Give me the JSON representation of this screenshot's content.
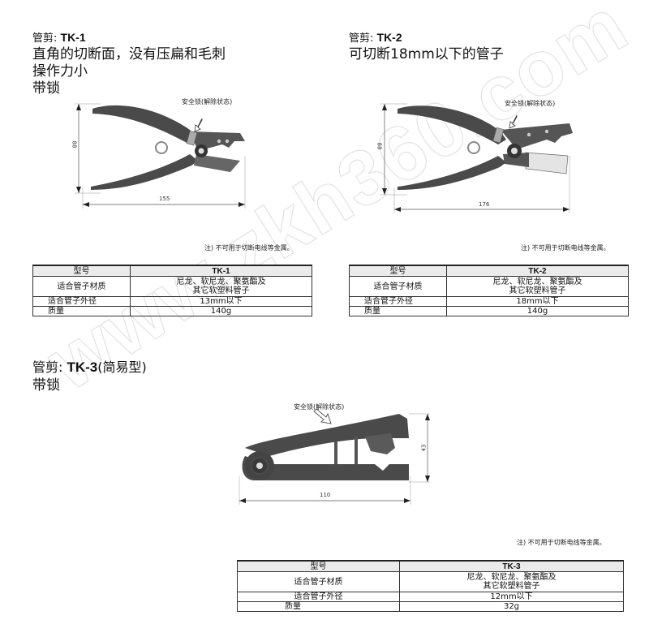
{
  "watermark": "www.zkh360.com",
  "tk1": {
    "heading_prefix": "管剪: ",
    "heading_model": "TK-1",
    "features": [
      "直角的切断面，没有压扁和毛刺",
      "操作力小",
      "带锁"
    ],
    "diagram": {
      "lock_label": "安全锁(解除状态)",
      "height_dim": "88",
      "width_dim": "155"
    },
    "note": "注) 不可用于切断电线等金属。",
    "table": {
      "header": {
        "label": "型号",
        "value": "TK-1"
      },
      "rows": [
        {
          "label": "适合管子材质",
          "value_line1": "尼龙、软尼龙、聚氨酯及",
          "value_line2": "其它软塑料管子"
        },
        {
          "label": "适合管子外径",
          "value": "13mm以下"
        },
        {
          "label": "质量",
          "value": "140g"
        }
      ]
    }
  },
  "tk2": {
    "heading_prefix": "管剪: ",
    "heading_model": "TK-2",
    "features": [
      "可切断18mm以下的管子"
    ],
    "diagram": {
      "lock_label": "安全锁(解除状态)",
      "height_dim": "88",
      "width_dim": "176"
    },
    "note": "注) 不可用于切断电线等金属。",
    "table": {
      "header": {
        "label": "型号",
        "value": "TK-2"
      },
      "rows": [
        {
          "label": "适合管子材质",
          "value_line1": "尼龙、软尼龙、聚氨酯及",
          "value_line2": "其它软塑料管子"
        },
        {
          "label": "适合管子外径",
          "value": "18mm以下"
        },
        {
          "label": "质量",
          "value": "140g"
        }
      ]
    }
  },
  "tk3": {
    "heading_prefix": "管剪: ",
    "heading_model": "TK-3",
    "heading_suffix": "(简易型)",
    "features": [
      "带锁"
    ],
    "diagram": {
      "lock_label": "安全锁(解除状态)",
      "height_dim": "43",
      "width_dim": "110"
    },
    "note": "注) 不可用于切断电线等金属。",
    "table": {
      "header": {
        "label": "型号",
        "value": "TK-3"
      },
      "rows": [
        {
          "label": "适合管子材质",
          "value_line1": "尼龙、软尼龙、聚氨酯及",
          "value_line2": "其它软塑料管子"
        },
        {
          "label": "适合管子外径",
          "value": "12mm以下"
        },
        {
          "label": "质量",
          "value": "32g"
        }
      ]
    }
  }
}
